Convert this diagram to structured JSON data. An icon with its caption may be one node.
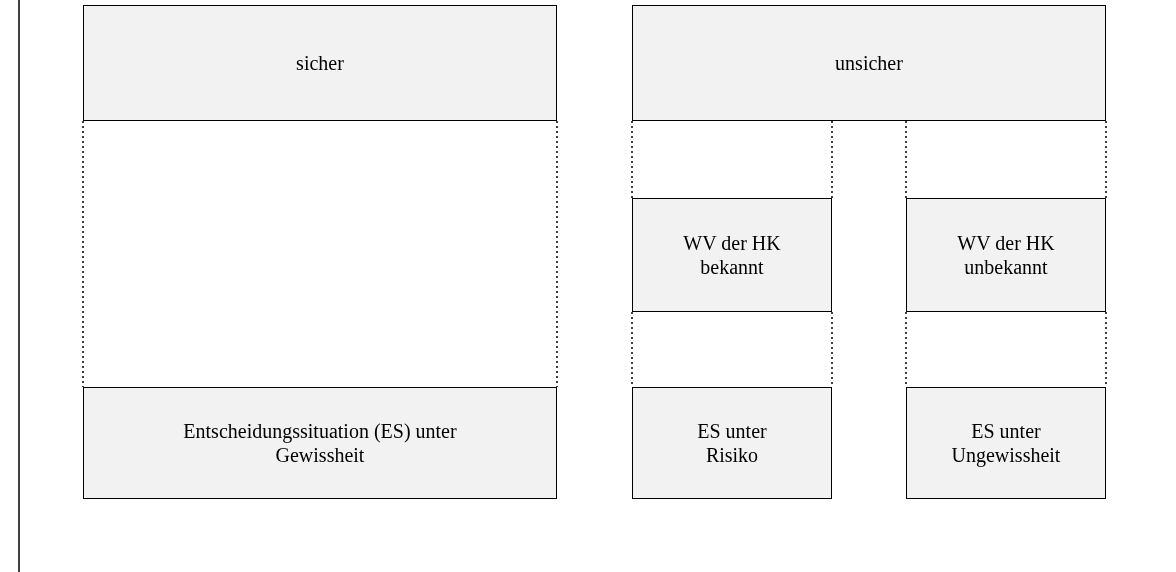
{
  "diagram": {
    "nodes": [
      {
        "text": [
          "sicher"
        ]
      },
      {
        "text": [
          "unsicher"
        ]
      },
      {
        "text": [
          "WV der HK bekannt"
        ]
      },
      {
        "text": [
          "WV der HK unbekannt"
        ]
      },
      {
        "text": [
          "Entscheidungssituation (ES) unter Gewissheit"
        ]
      },
      {
        "text": [
          "ES unter Risiko"
        ]
      },
      {
        "text": [
          "ES unter Ungewissheit"
        ]
      }
    ],
    "edges": [
      {
        "from": 0,
        "to": 4,
        "arrow": "none",
        "style": "dashed"
      },
      {
        "from": 0,
        "to": 4,
        "arrow": "none",
        "style": "dashed"
      },
      {
        "from": 1,
        "to": 2,
        "arrow": "none",
        "style": "dashed"
      },
      {
        "from": 1,
        "to": 2,
        "arrow": "none",
        "style": "dashed"
      },
      {
        "from": 1,
        "to": 3,
        "arrow": "none",
        "style": "dashed"
      },
      {
        "from": 1,
        "to": 3,
        "arrow": "none",
        "style": "dashed"
      },
      {
        "from": 2,
        "to": 5,
        "arrow": "none",
        "style": "dashed"
      },
      {
        "from": 2,
        "to": 5,
        "arrow": "none",
        "style": "dashed"
      },
      {
        "from": 3,
        "to": 6,
        "arrow": "none",
        "style": "dashed"
      },
      {
        "from": 3,
        "to": 6,
        "arrow": "none",
        "style": "dashed"
      }
    ]
  }
}
